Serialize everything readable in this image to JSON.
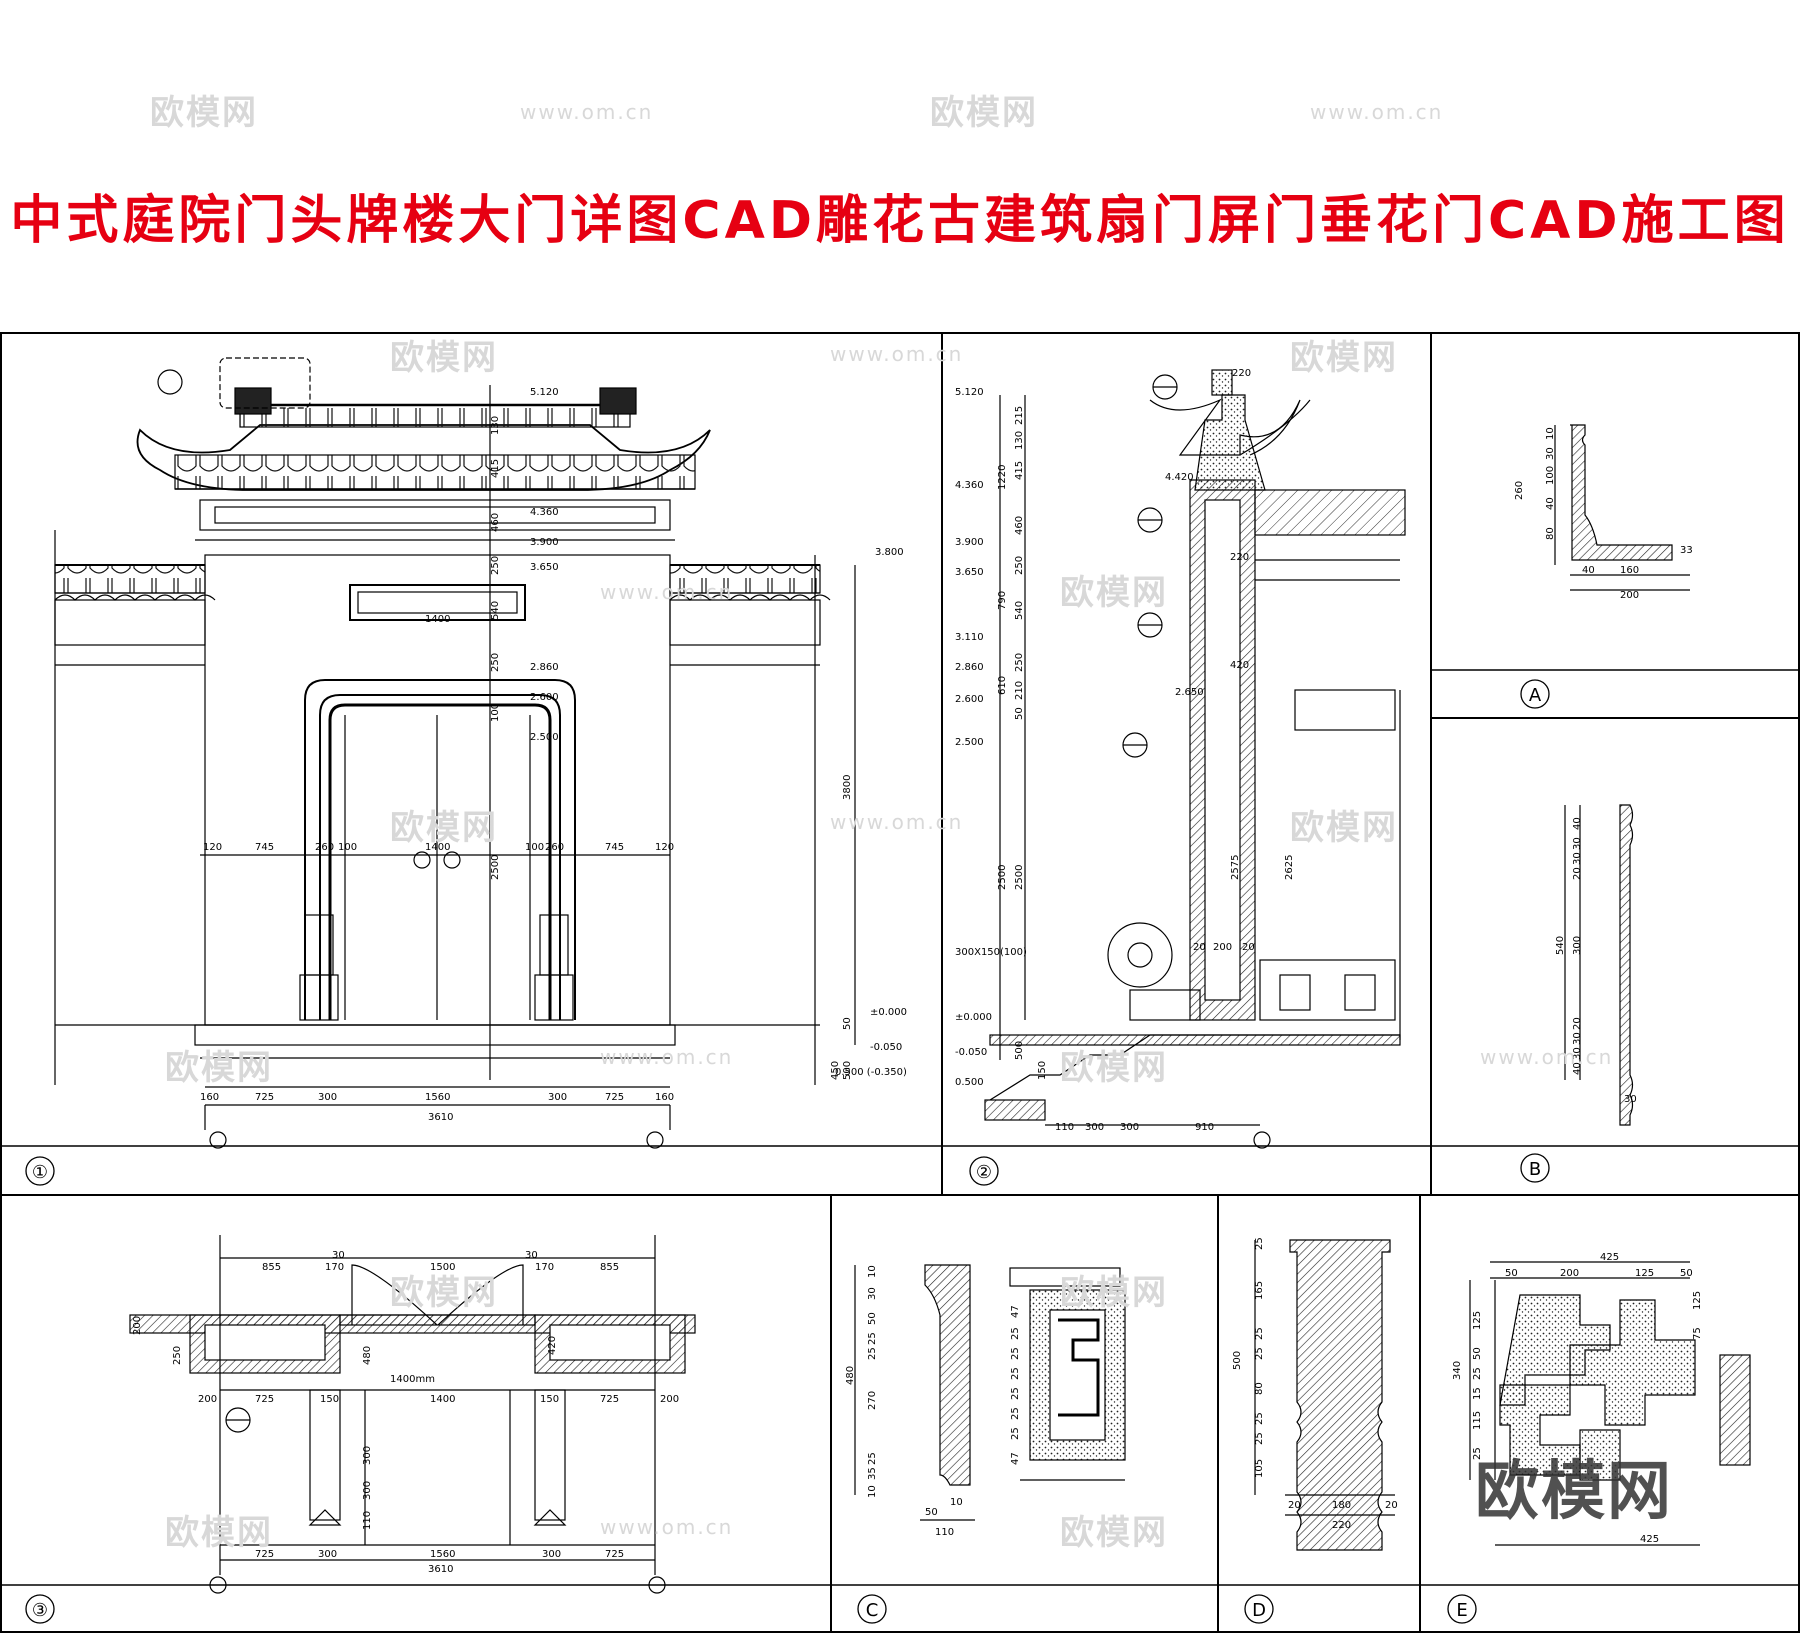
{
  "title": "中式庭院门头牌楼大门详图CAD雕花古建筑扇门屏门垂花门CAD施工图",
  "watermark": {
    "logo": "欧模网",
    "url": "www.om.cn"
  },
  "panels": {
    "p1": {
      "label": "①"
    },
    "p2": {
      "label": "②"
    },
    "pA": {
      "label": "A"
    },
    "pB": {
      "label": "B"
    },
    "p3": {
      "label": "③"
    },
    "pC": {
      "label": "C"
    },
    "pD": {
      "label": "D"
    },
    "pE": {
      "label": "E"
    }
  },
  "elev1": {
    "levels": [
      "5.120",
      "4.360",
      "3.900",
      "3.650",
      "2.860",
      "2.600",
      "2.500",
      "3.800",
      "±0.000",
      "-0.050",
      "0.500 (-0.350)"
    ],
    "vdims": [
      "130",
      "415",
      "460",
      "250",
      "540",
      "250",
      "100",
      "2500",
      "3800",
      "50",
      "450",
      "500"
    ],
    "hdims_top": [
      "120",
      "745",
      "260",
      "100",
      "1400",
      "100",
      "260",
      "745",
      "120"
    ],
    "hdims_bottom": [
      "160",
      "725",
      "300",
      "1560",
      "300",
      "725",
      "160"
    ],
    "total": "3610",
    "window": "1400"
  },
  "elev2": {
    "levels": [
      "5.120",
      "4.360",
      "3.900",
      "3.650",
      "3.110",
      "2.860",
      "2.600",
      "2.500",
      "4.420",
      "2.650",
      "±0.000",
      "-0.050",
      "0.500"
    ],
    "vdims": [
      "215",
      "130",
      "1220",
      "415",
      "460",
      "250",
      "790",
      "540",
      "610",
      "250",
      "210",
      "50",
      "2500",
      "2500",
      "2575",
      "2625",
      "500",
      "150"
    ],
    "top": "220",
    "hdims": [
      "220",
      "420",
      "20",
      "200",
      "20",
      "110",
      "300",
      "300",
      "910"
    ],
    "note": "300X150(100)"
  },
  "detailA": {
    "dims": [
      "10",
      "30",
      "100",
      "40",
      "260",
      "80",
      "40",
      "160",
      "200",
      "33"
    ]
  },
  "detailB": {
    "dims": [
      "40",
      "30",
      "30",
      "20",
      "540",
      "300",
      "20",
      "30",
      "30",
      "40",
      "30"
    ]
  },
  "plan3": {
    "top": [
      "855",
      "170",
      "30",
      "1500",
      "30",
      "170",
      "855"
    ],
    "mid": [
      "200",
      "725",
      "150",
      "1400",
      "150",
      "725",
      "200"
    ],
    "vd": [
      "200",
      "250",
      "480",
      "420",
      "300",
      "300",
      "110"
    ],
    "bottom": [
      "725",
      "300",
      "1560",
      "300",
      "725"
    ],
    "total": "3610",
    "note": "1400mm"
  },
  "detailC": {
    "vd": [
      "10",
      "30",
      "50",
      "25",
      "25",
      "480",
      "270",
      "25",
      "35",
      "10"
    ],
    "hd": [
      "50",
      "10",
      "110"
    ],
    "joints": [
      "47",
      "25",
      "25",
      "25",
      "25",
      "25",
      "25",
      "47"
    ]
  },
  "detailD": {
    "vd": [
      "25",
      "165",
      "25",
      "25",
      "500",
      "80",
      "25",
      "25",
      "105"
    ],
    "hd": [
      "20",
      "180",
      "20",
      "220"
    ]
  },
  "detailE": {
    "hd": [
      "425",
      "50",
      "200",
      "125",
      "50"
    ],
    "vd": [
      "125",
      "50",
      "25",
      "340",
      "15",
      "115",
      "25",
      "75",
      "125"
    ],
    "cut": "425"
  }
}
